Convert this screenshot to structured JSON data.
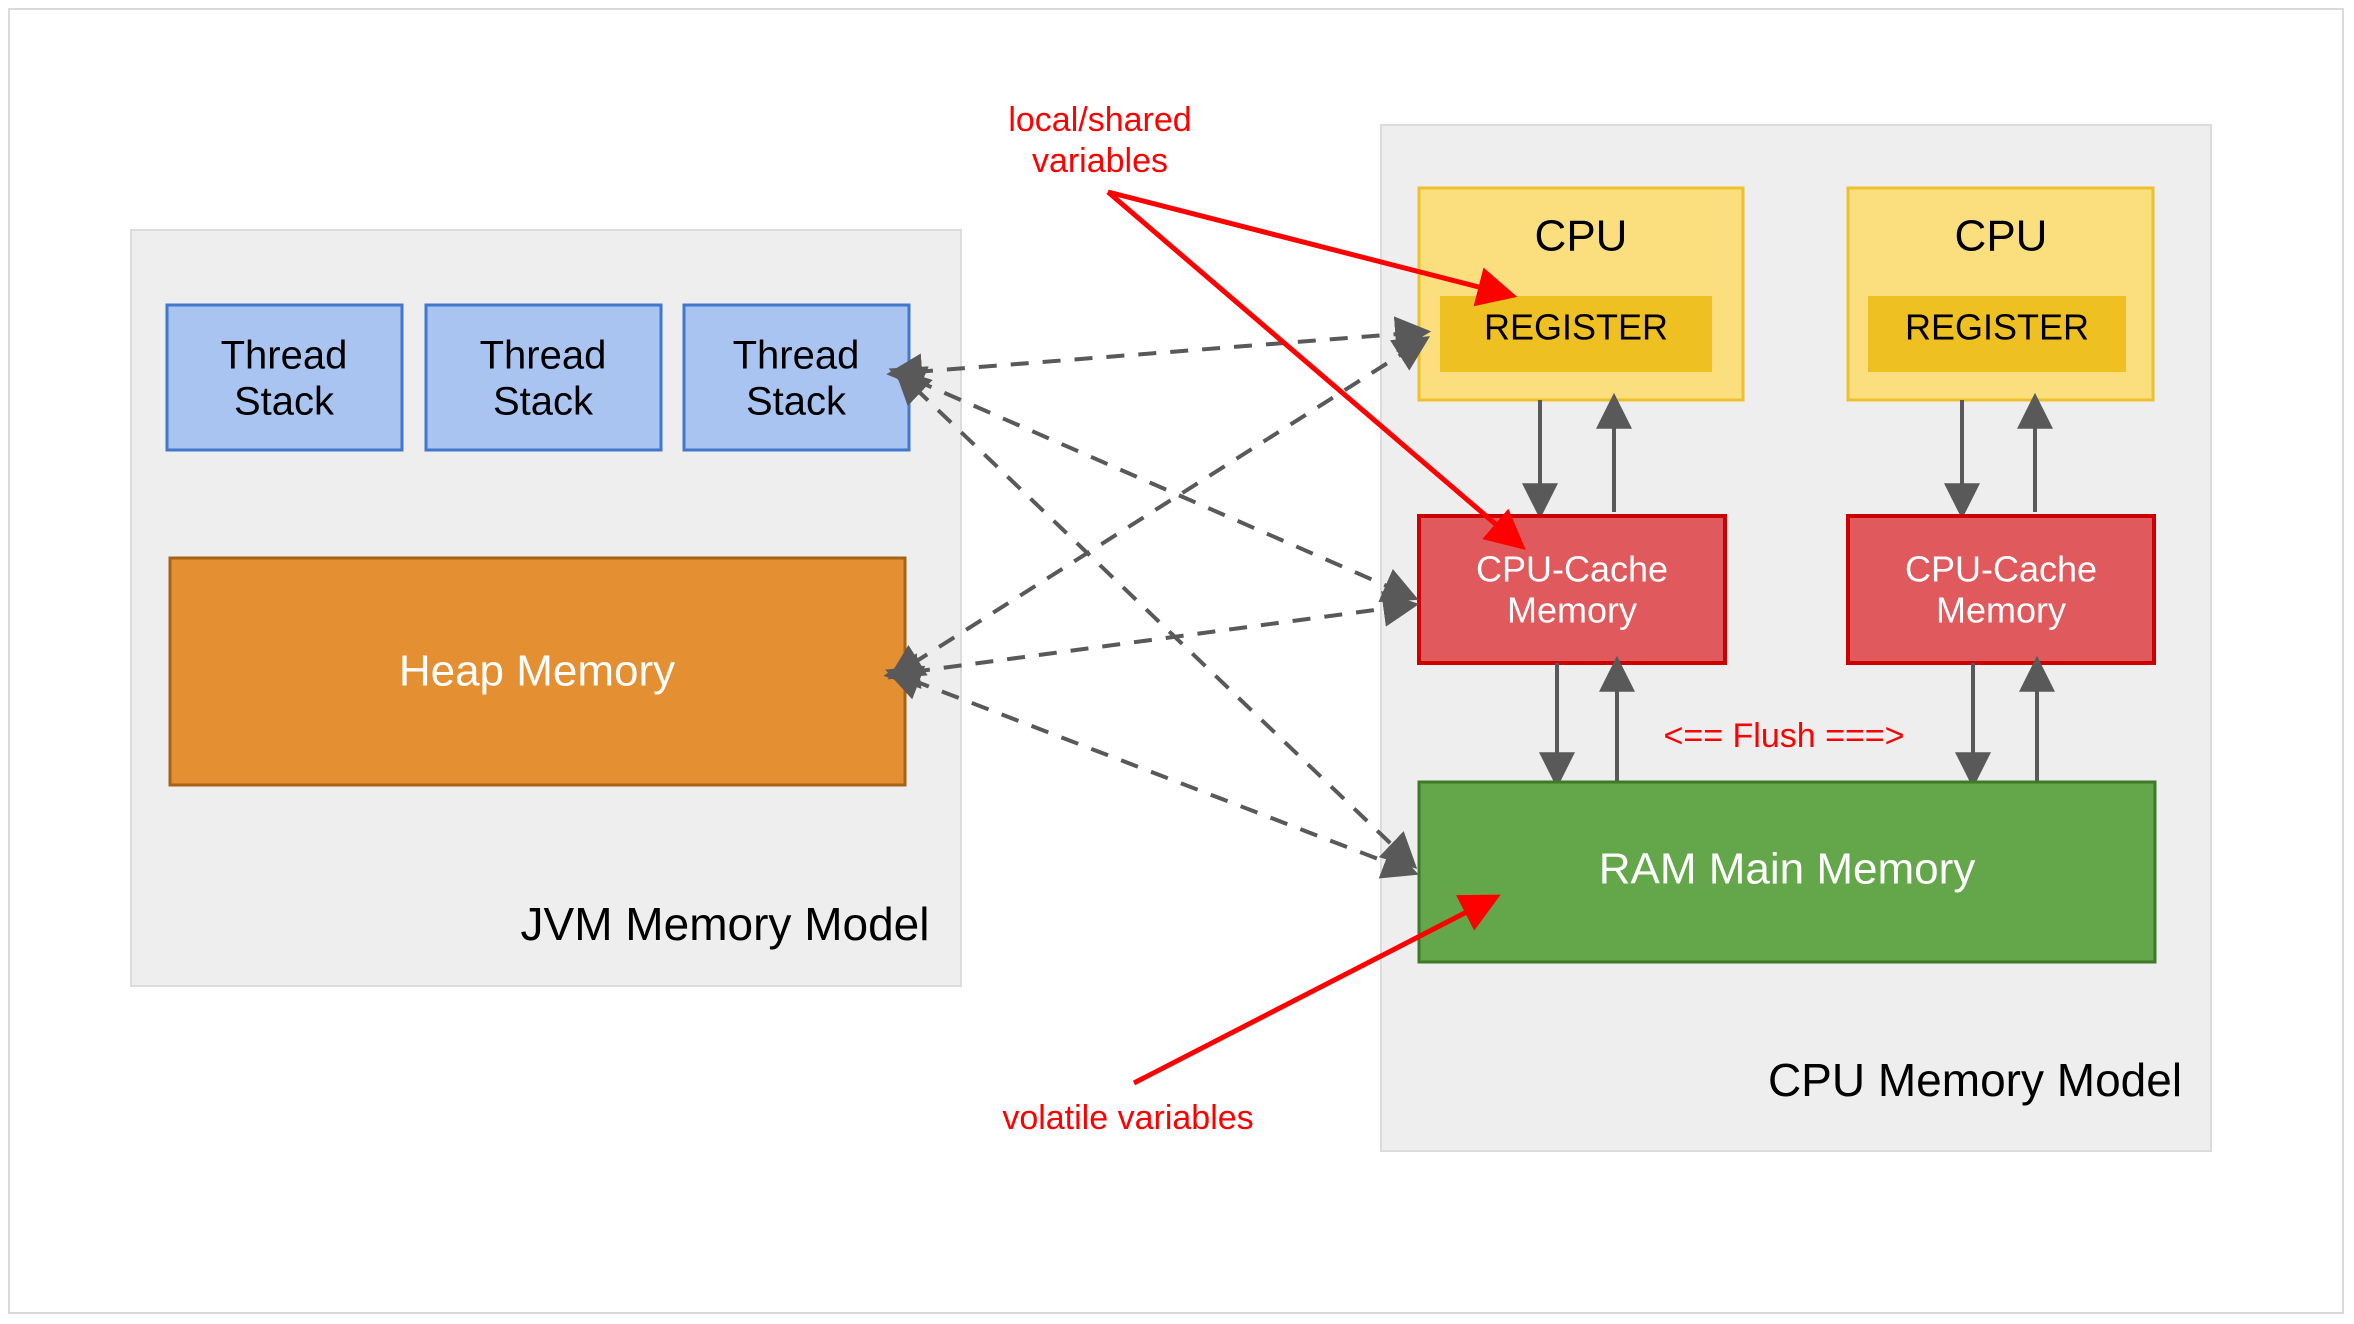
{
  "diagram": {
    "title_visible": false,
    "panels": [
      {
        "id": "jvm",
        "label": "JVM Memory Model"
      },
      {
        "id": "cpu",
        "label": "CPU Memory Model"
      }
    ],
    "jvm": {
      "label": "JVM Memory Model",
      "thread_stacks": [
        {
          "line1": "Thread",
          "line2": "Stack"
        },
        {
          "line1": "Thread",
          "line2": "Stack"
        },
        {
          "line1": "Thread",
          "line2": "Stack"
        }
      ],
      "heap": {
        "label": "Heap Memory"
      }
    },
    "cpu_model": {
      "label": "CPU Memory Model",
      "cpus": [
        {
          "label": "CPU",
          "register_label": "REGISTER",
          "cache_line1": "CPU-Cache",
          "cache_line2": "Memory"
        },
        {
          "label": "CPU",
          "register_label": "REGISTER",
          "cache_line1": "CPU-Cache",
          "cache_line2": "Memory"
        }
      ],
      "ram": {
        "label": "RAM Main Memory"
      },
      "flush_label": "<== Flush ===>"
    },
    "annotations": [
      {
        "id": "local-shared",
        "line1": "local/shared",
        "line2": "variables"
      },
      {
        "id": "volatile",
        "line1": "volatile variables",
        "line2": ""
      }
    ],
    "colors": {
      "thread_fill": "#a9c4f0",
      "thread_stroke": "#4178cd",
      "heap_fill": "#e48f32",
      "heap_stroke": "#a66317",
      "cpu_fill": "#fbdf7f",
      "cpu_stroke": "#eec12c",
      "register_fill": "#efc021",
      "cache_fill": "#e0595c",
      "cache_stroke": "#cc0000",
      "ram_fill": "#64a74a",
      "ram_stroke": "#3d7a28",
      "panel_fill": "#eeeeee",
      "panel_stroke": "#dcdcdc",
      "connector": "#595959",
      "annotation": "#ff0000",
      "page_background": "#ffffff"
    }
  }
}
